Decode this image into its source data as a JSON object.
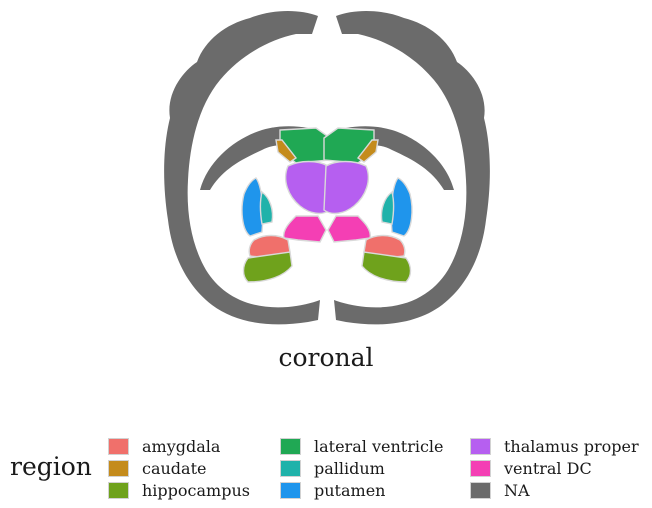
{
  "view": {
    "title": "coronal"
  },
  "legend": {
    "title": "region",
    "items": [
      {
        "label": "amygdala",
        "color": "#f0706b"
      },
      {
        "label": "caudate",
        "color": "#c48b1c"
      },
      {
        "label": "hippocampus",
        "color": "#6fa21c"
      },
      {
        "label": "lateral ventricle",
        "color": "#20a854"
      },
      {
        "label": "pallidum",
        "color": "#20b2aa"
      },
      {
        "label": "putamen",
        "color": "#1f95ec"
      },
      {
        "label": "thalamus proper",
        "color": "#b65ff0"
      },
      {
        "label": "ventral DC",
        "color": "#f43fb4"
      },
      {
        "label": "NA",
        "color": "#6b6b6b"
      }
    ]
  }
}
